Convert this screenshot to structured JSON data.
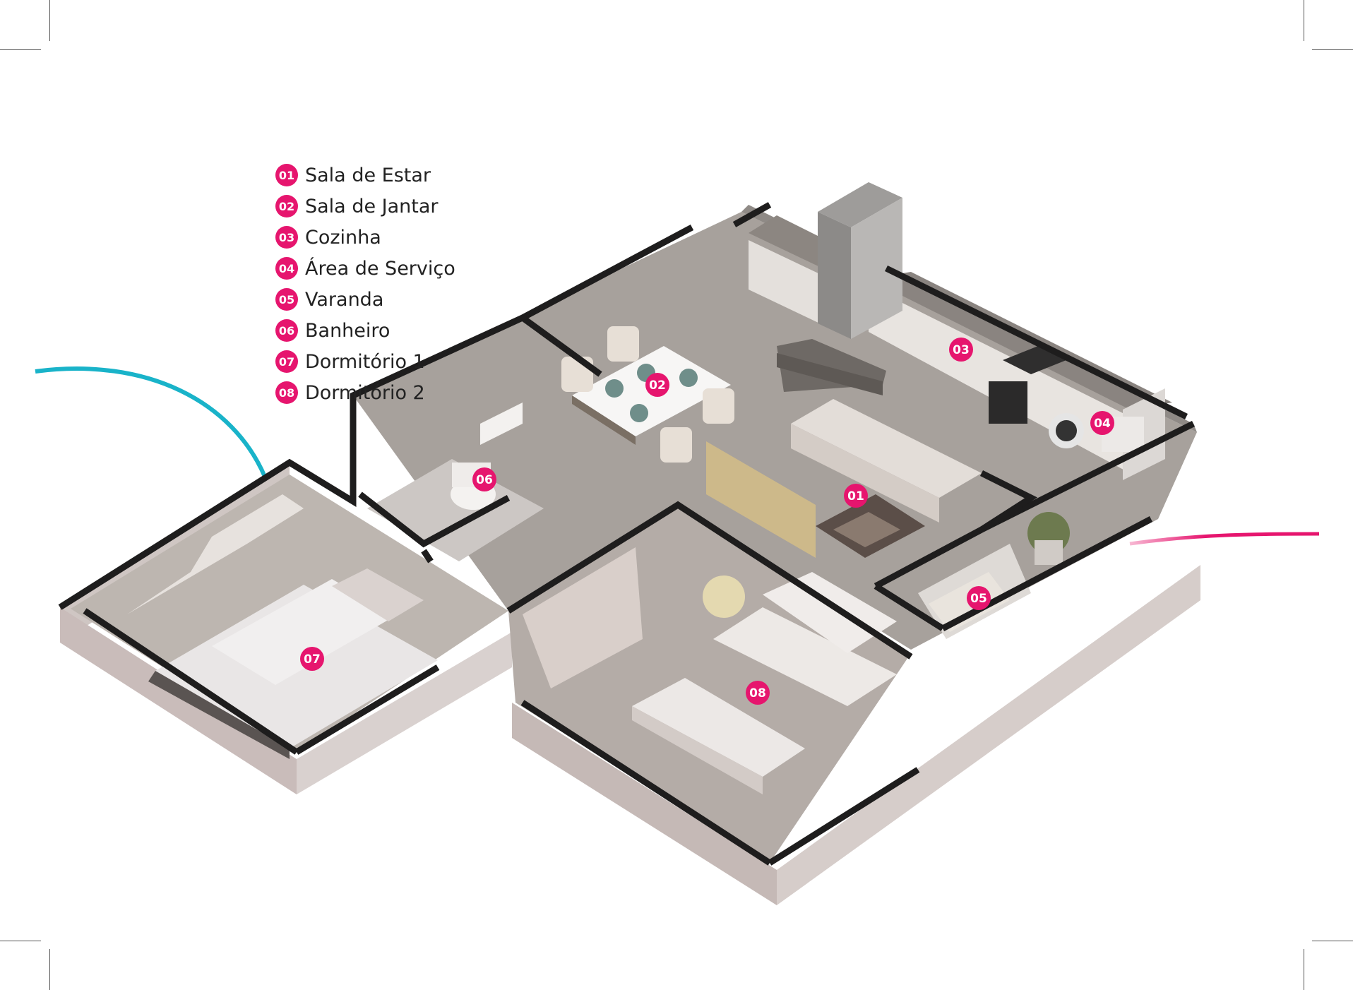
{
  "accent_color": "#e6156e",
  "curve_colors": {
    "left": "#19b3c9",
    "right": "#e6156e"
  },
  "legend": [
    {
      "num": "01",
      "label": "Sala de Estar"
    },
    {
      "num": "02",
      "label": "Sala de Jantar"
    },
    {
      "num": "03",
      "label": "Cozinha"
    },
    {
      "num": "04",
      "label": "Área de Serviço"
    },
    {
      "num": "05",
      "label": "Varanda"
    },
    {
      "num": "06",
      "label": "Banheiro"
    },
    {
      "num": "07",
      "label": "Dormitório 1"
    },
    {
      "num": "08",
      "label": "Dormitório 2"
    }
  ],
  "markers": {
    "m01": "01",
    "m02": "02",
    "m03": "03",
    "m04": "04",
    "m05": "05",
    "m06": "06",
    "m07": "07",
    "m08": "08"
  }
}
